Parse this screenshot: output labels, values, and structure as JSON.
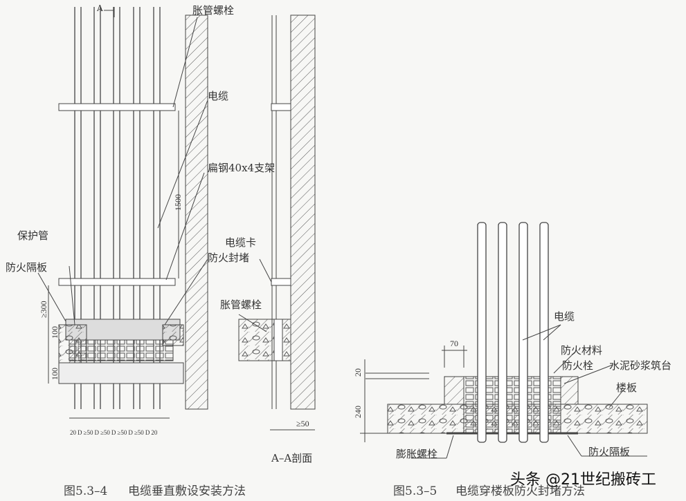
{
  "left_figure": {
    "section_marker": "A",
    "labels": {
      "expansion_bolt_top": "胀管螺栓",
      "cable": "电缆",
      "flat_steel_bracket": "扁钢40x4支架",
      "protective_pipe": "保护管",
      "cable_clamp": "电缆卡",
      "fire_seal": "防火封堵",
      "fire_partition": "防火隔板",
      "expansion_bolt_bottom": "胀管螺栓"
    },
    "dimensions": {
      "bracket_spacing": "1500",
      "min_height": "≥300",
      "board_top": "100",
      "board_bottom": "100",
      "bottom_row": [
        "20",
        "D",
        "≥50",
        "D",
        "≥50",
        "D",
        "≥50",
        "D",
        "≥50",
        "D",
        "20"
      ],
      "section_gap": "≥50"
    },
    "section_title": "A–A剖面",
    "caption_number": "图5.3–4",
    "caption_text": "电缆垂直敷设安装方法"
  },
  "right_figure": {
    "labels": {
      "cable": "电缆",
      "fire_material": "防火材料",
      "fire_plug": "防火栓",
      "mortar_platform": "水泥砂浆筑台",
      "floor_slab": "楼板",
      "expansion_bolt": "膨胀螺栓",
      "fire_partition": "防火隔板"
    },
    "dimensions": {
      "width": "70",
      "top": "20",
      "height": "240"
    },
    "caption_number": "图5.3–5",
    "caption_text": "电缆穿楼板防火封堵方法"
  },
  "watermark": "头条 @21世纪搬砖工"
}
